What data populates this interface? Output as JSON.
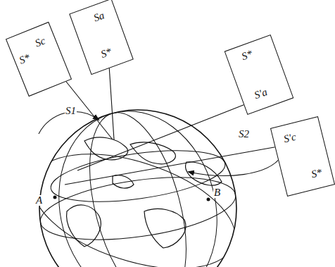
{
  "diagram": {
    "nodes": [
      {
        "text": [
          "S*",
          "Sc"
        ]
      },
      {
        "text": [
          "Sa",
          "S*"
        ]
      },
      {
        "text": [
          "S*",
          "S'a"
        ]
      },
      {
        "text": [
          "S'c",
          "S*"
        ]
      }
    ],
    "labels": [
      "S1",
      "S2",
      "A",
      "B"
    ]
  }
}
